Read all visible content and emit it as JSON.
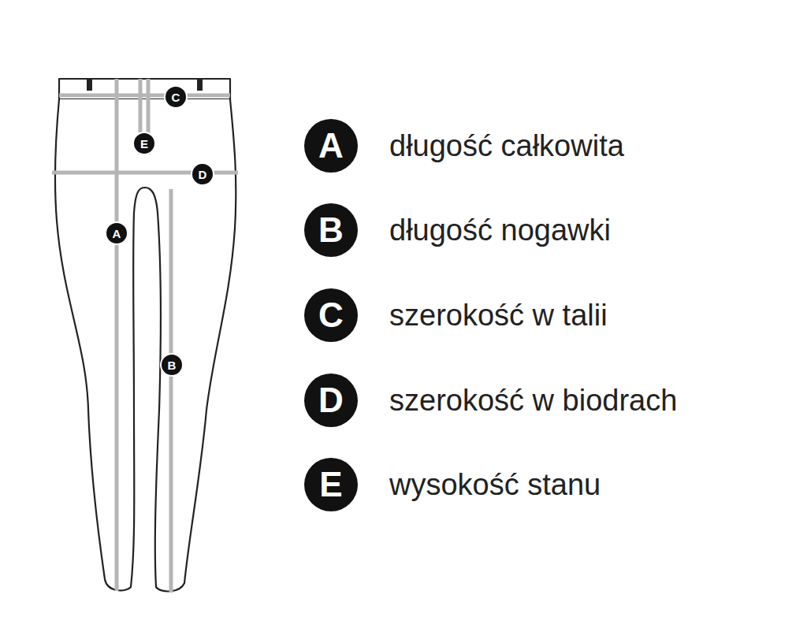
{
  "diagram": {
    "nodes": [
      {
        "text": [
          "C"
        ]
      },
      {
        "text": [
          "E"
        ]
      },
      {
        "text": [
          "D"
        ]
      },
      {
        "text": [
          "A"
        ]
      },
      {
        "text": [
          "B"
        ]
      },
      {
        "text": [
          "A",
          "długość całkowita"
        ]
      },
      {
        "text": [
          "B",
          "długość nogawki"
        ]
      },
      {
        "text": [
          "C",
          "szerokość w talii"
        ]
      },
      {
        "text": [
          "D",
          "szerokość w biodrach"
        ]
      },
      {
        "text": [
          "E",
          "wysokość stanu"
        ]
      }
    ]
  }
}
